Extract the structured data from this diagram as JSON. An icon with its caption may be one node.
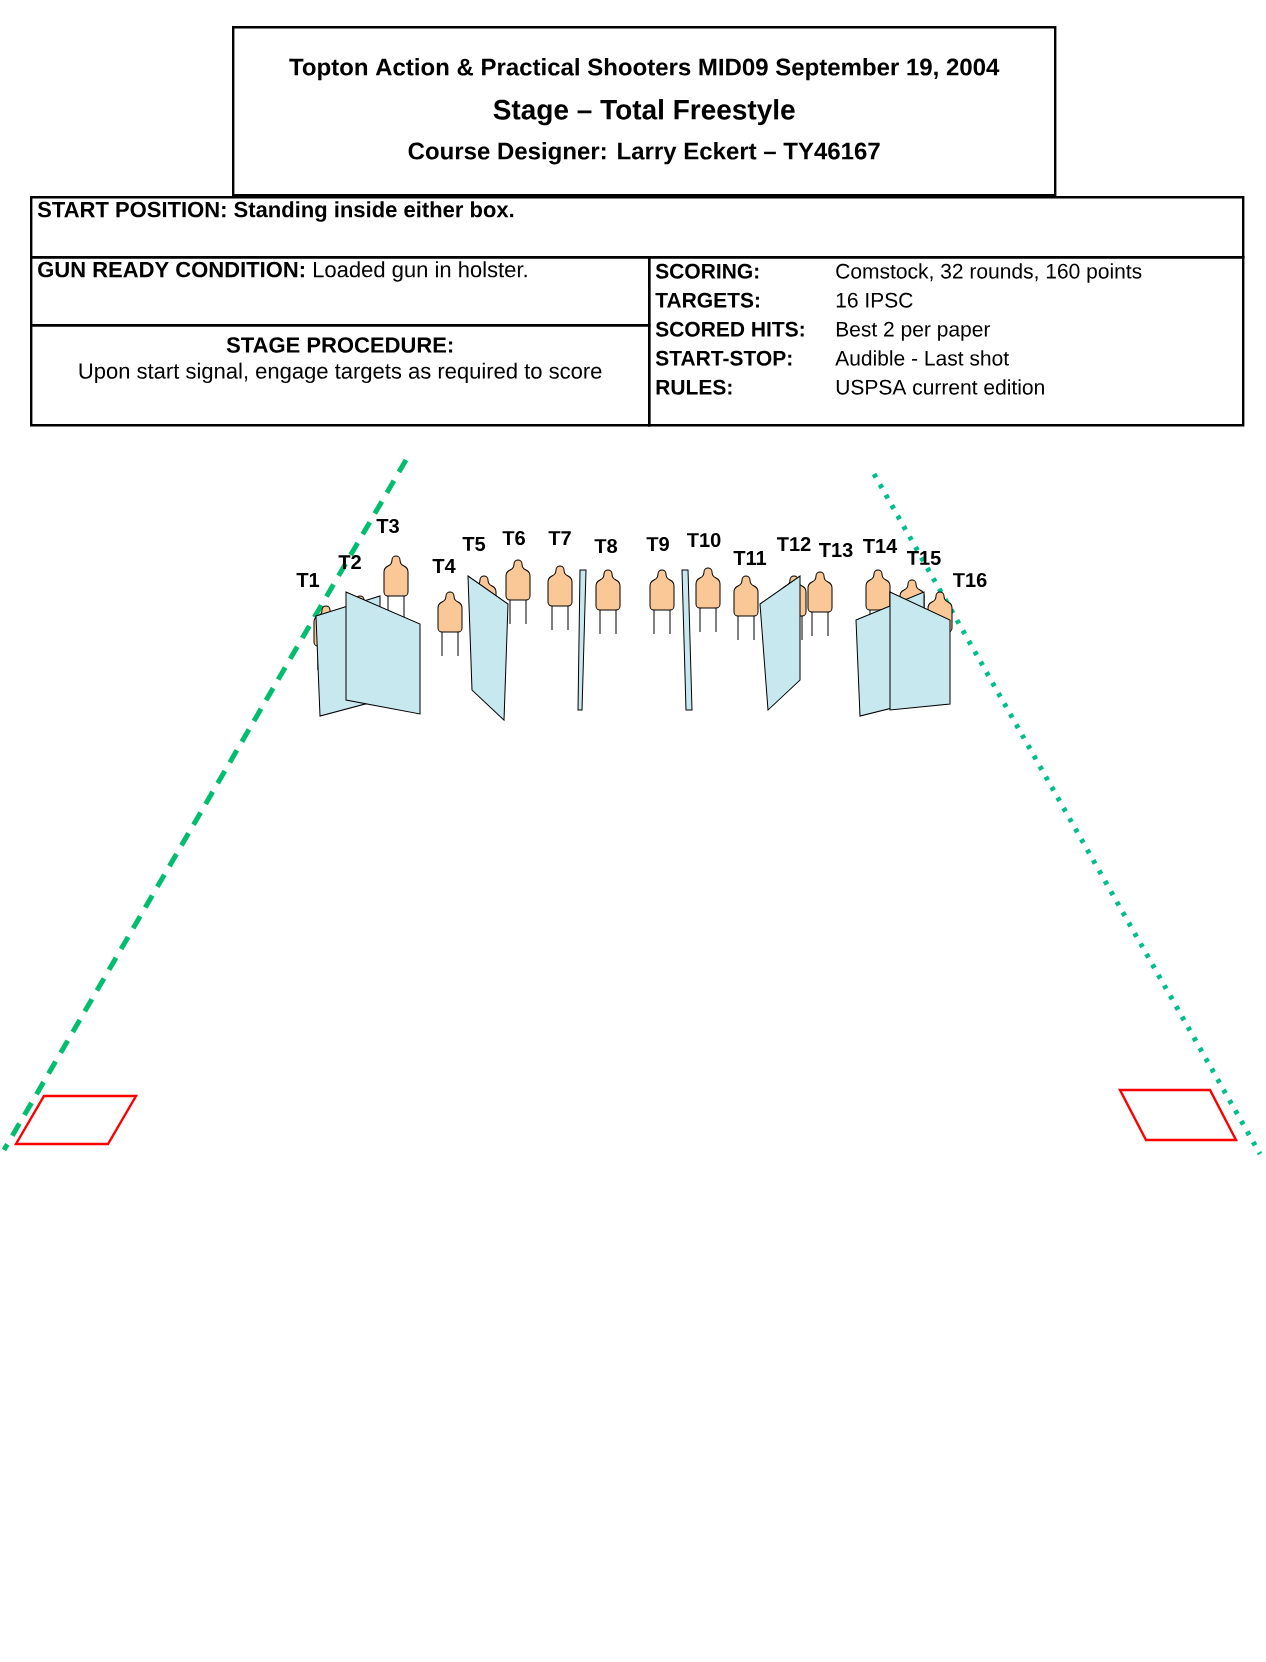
{
  "diagram": {
    "nodes": [
      {
        "text": [
          "Topton Action & Practical Shooters MID09 September 19, 2004",
          "Stage – Total Freestyle",
          "Course Designer: Larry Eckert – TY46167"
        ]
      },
      {
        "text": [
          "**START POSITION:** **Standing inside either box.**"
        ]
      },
      {
        "text": [
          "**GUN READY CONDITION:** Loaded gun in holster."
        ]
      },
      {
        "text": [
          "STAGE PROCEDURE:",
          "Upon start signal, engage targets as required to score"
        ]
      },
      {
        "text": [
          "SCORING:",
          "Comstock, 32 rounds, 160 points",
          "TARGETS:",
          "16 IPSC",
          "SCORED HITS:",
          "Best 2 per paper",
          "START-STOP:",
          "Audible - Last shot",
          "RULES:",
          "USPSA current edition"
        ]
      }
    ],
    "labels": [
      "T1",
      "T2",
      "T3",
      "T4",
      "T5",
      "T6",
      "T7",
      "T8",
      "T9",
      "T10",
      "T11",
      "T12",
      "T13",
      "T14",
      "T15",
      "T16"
    ]
  }
}
